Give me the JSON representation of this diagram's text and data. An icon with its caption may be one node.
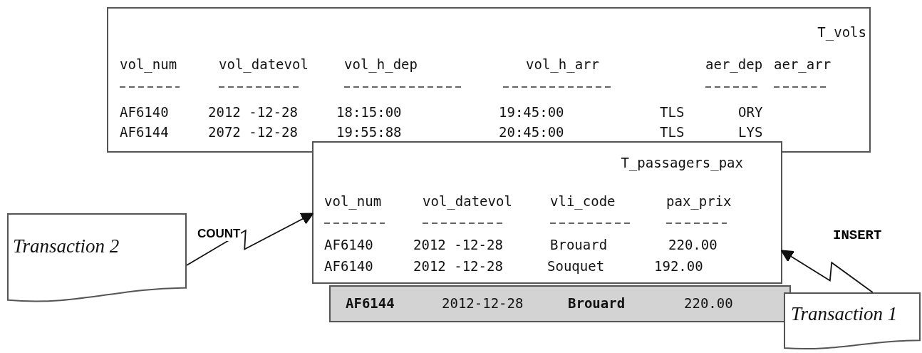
{
  "diagram": {
    "nodes": [
      {
        "text": [
          "T_vols",
          "vol_num",
          "vol_datevol",
          "vol_h_dep",
          "vol_h_arr",
          "aer_dep",
          "aer_arr",
          "AF6140",
          "2012 -12-28",
          "18:15:00",
          "19:45:00",
          "TLS",
          "ORY",
          "AF6144",
          "2072 -12-28",
          "19:55:88",
          "20:45:00",
          "TLS",
          "LYS"
        ]
      },
      {
        "text": [
          "T_passagers_pax",
          "vol_num",
          "vol_datevol",
          "vli_code",
          "pax_prix",
          "AF6140",
          "2012 -12-28",
          "Brouard",
          "220.00",
          "AF6140",
          "2012 -12-28",
          "Souquet",
          "192.00"
        ]
      },
      {
        "text": [
          "AF6144",
          "2012-12-28",
          "Brouard",
          "220.00"
        ]
      },
      {
        "text": [
          "Transaction 2"
        ]
      },
      {
        "text": [
          "Transaction 1"
        ]
      }
    ],
    "edges": [
      {
        "from": 3,
        "to": 1,
        "arrow": "to",
        "label": "COUNT"
      },
      {
        "from": 4,
        "to": 1,
        "arrow": "to",
        "label": "INSERT"
      }
    ]
  }
}
